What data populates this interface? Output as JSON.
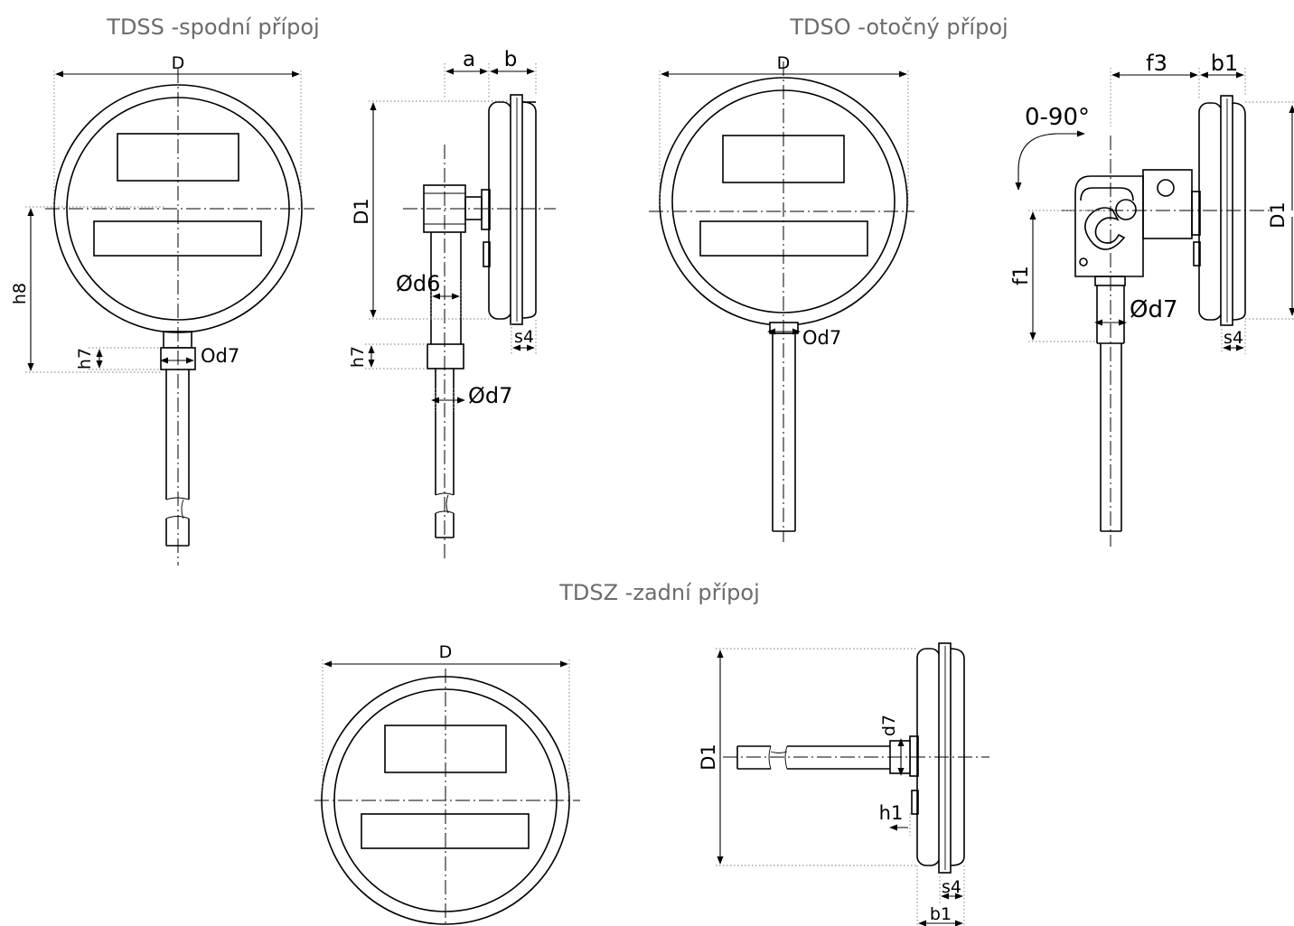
{
  "titles": {
    "tdss": "TDSS -spodní přípoj",
    "tdso": "TDSO -otočný přípoj",
    "tdsz": "TDSZ -zadní přípoj"
  },
  "labels": {
    "D": "D",
    "D1": "D1",
    "a": "a",
    "b": "b",
    "b1": "b1",
    "f1": "f1",
    "f3": "f3",
    "h1": "h1",
    "h7": "h7",
    "h8": "h8",
    "s4": "s4",
    "d7": "d7",
    "od7": "Od7",
    "phi_d6": "Ød6",
    "phi_d7": "Ød7",
    "angle": "0-90°"
  }
}
